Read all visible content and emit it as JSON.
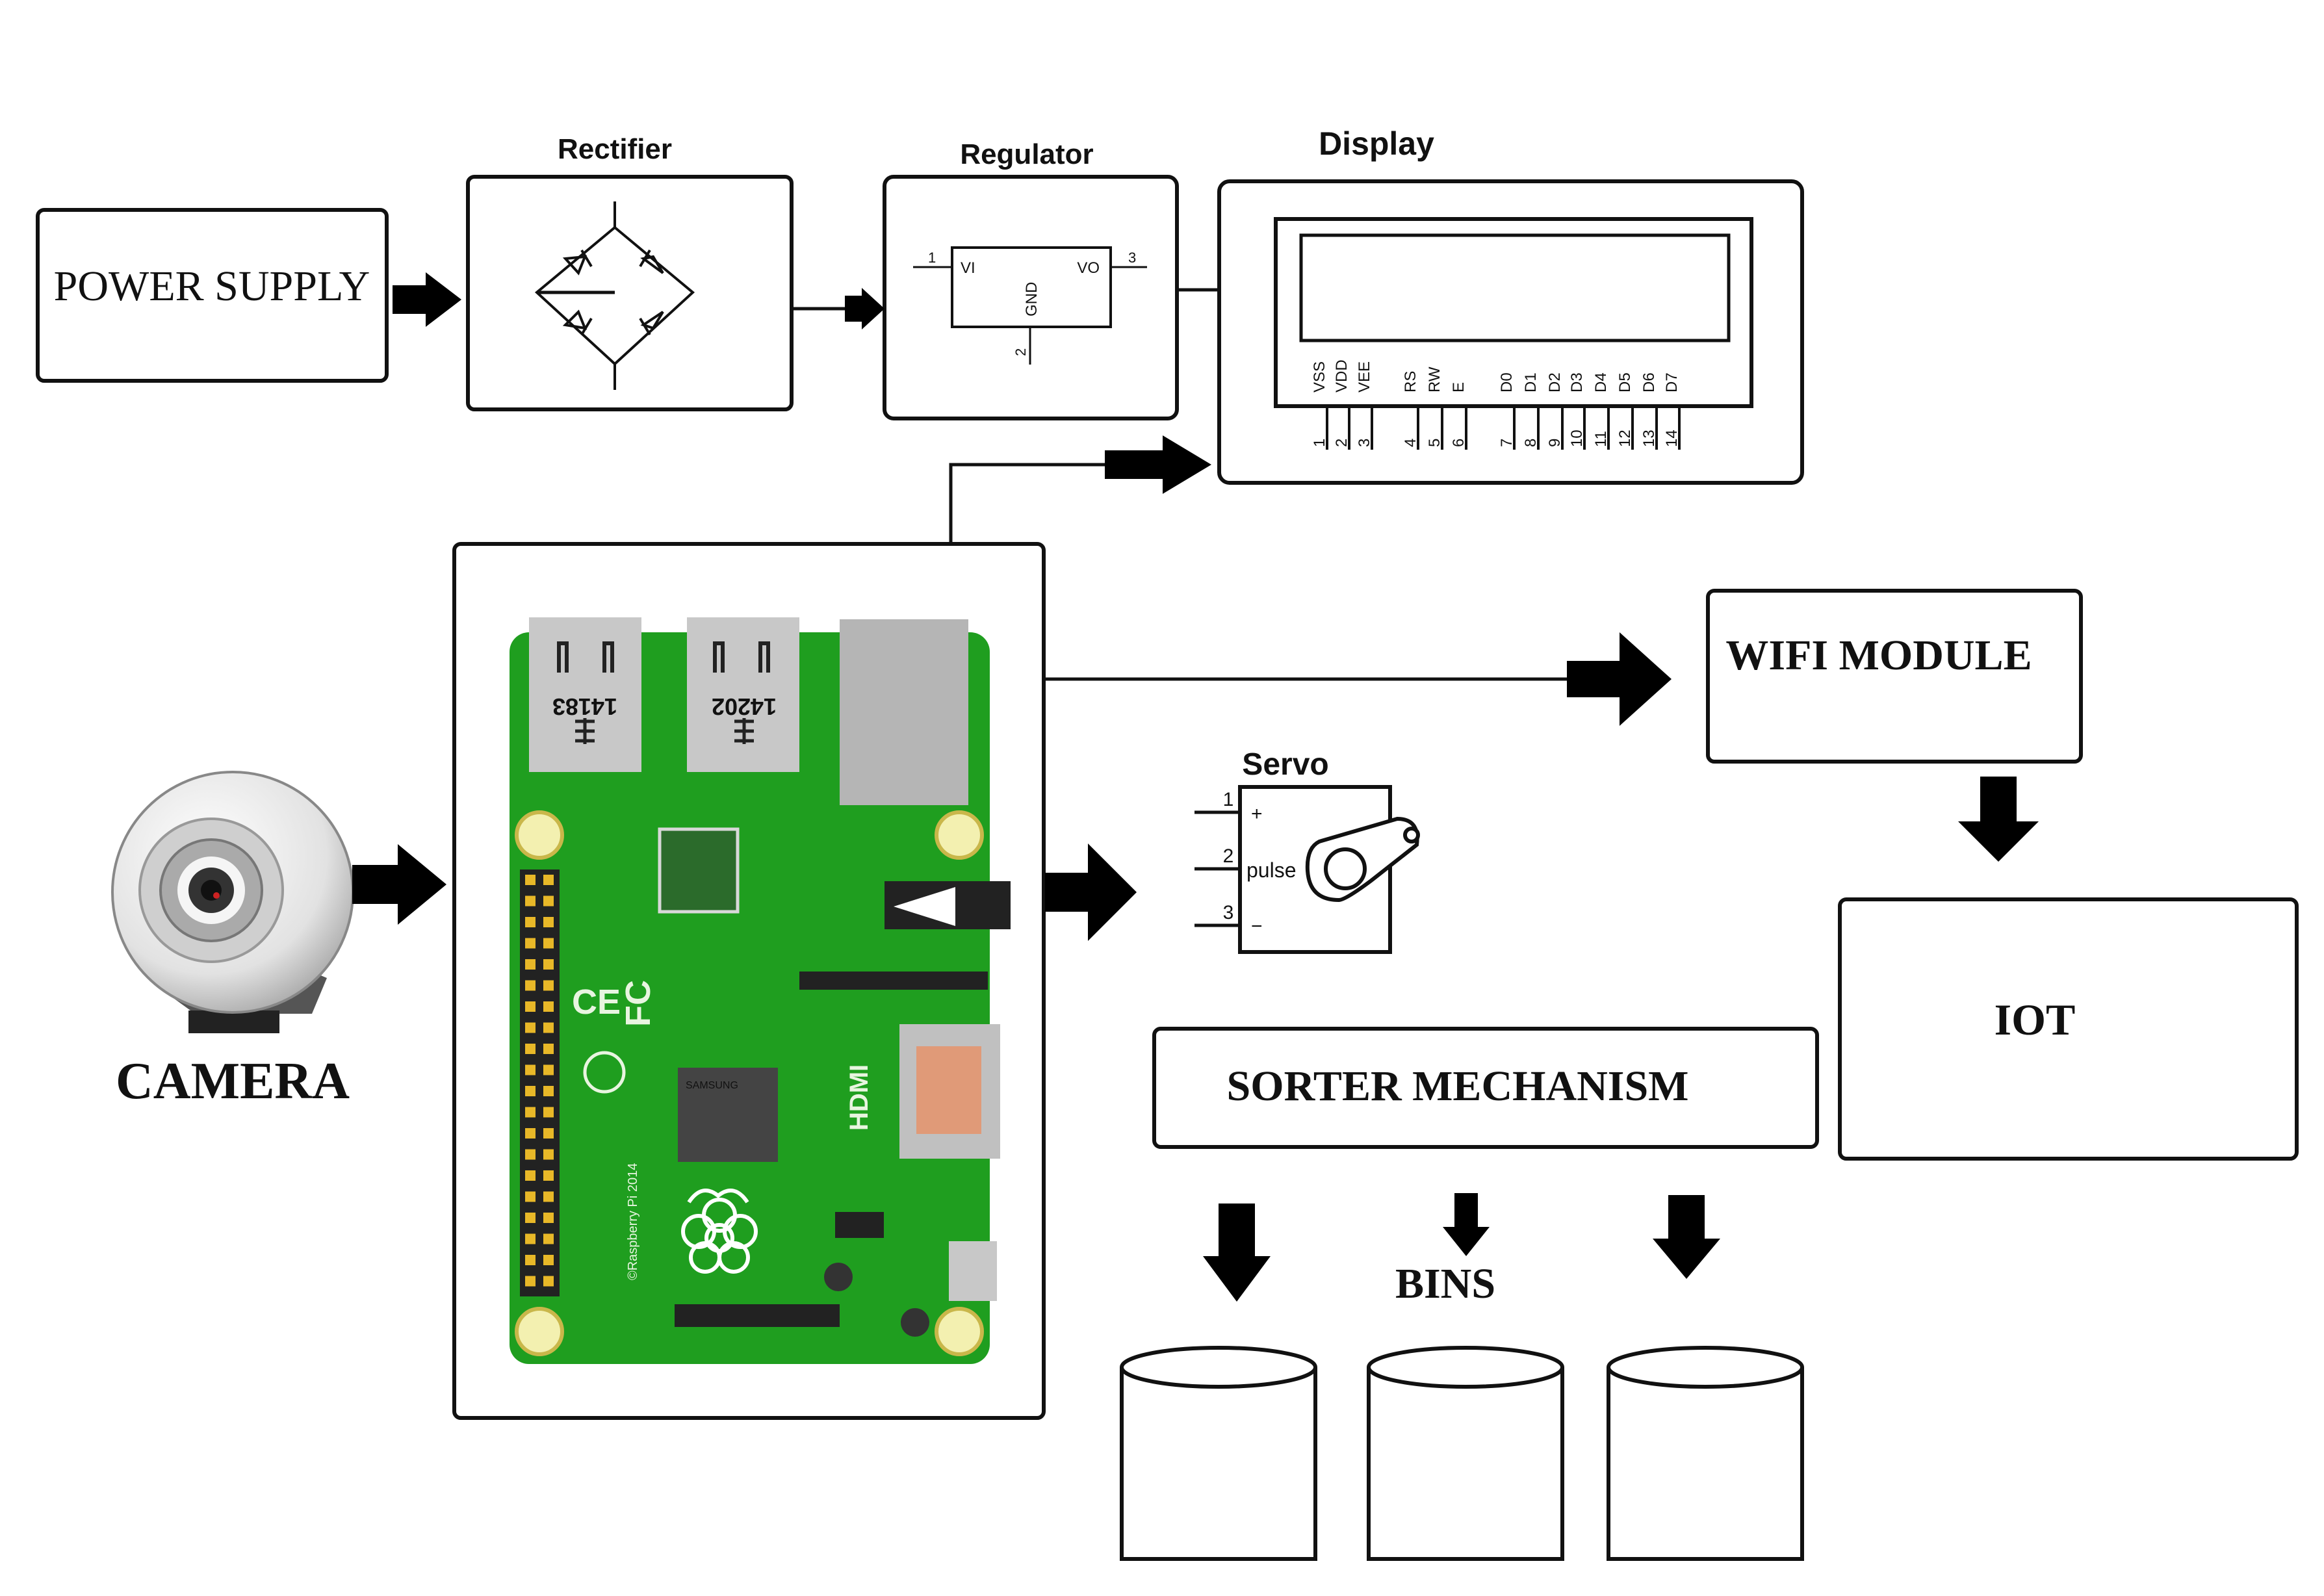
{
  "power_supply": {
    "label": "POWER SUPPLY"
  },
  "rectifier": {
    "title": "Rectifier"
  },
  "regulator": {
    "title": "Regulator",
    "vi": "VI",
    "vo": "VO",
    "gnd": "GND",
    "pin1": "1",
    "pin2": "2",
    "pin3": "3"
  },
  "display": {
    "title": "Display",
    "pins": [
      {
        "name": "VSS",
        "num": "1"
      },
      {
        "name": "VDD",
        "num": "2"
      },
      {
        "name": "VEE",
        "num": "3"
      },
      {
        "name": "RS",
        "num": "4"
      },
      {
        "name": "RW",
        "num": "5"
      },
      {
        "name": "E",
        "num": "6"
      },
      {
        "name": "D0",
        "num": "7"
      },
      {
        "name": "D1",
        "num": "8"
      },
      {
        "name": "D2",
        "num": "9"
      },
      {
        "name": "D3",
        "num": "10"
      },
      {
        "name": "D4",
        "num": "11"
      },
      {
        "name": "D5",
        "num": "12"
      },
      {
        "name": "D6",
        "num": "13"
      },
      {
        "name": "D7",
        "num": "14"
      }
    ]
  },
  "camera": {
    "label": "CAMERA"
  },
  "raspberry_pi": {
    "usb1": "14183",
    "usb2": "14202",
    "hdmi": "HDMI",
    "chip": "SAMSUNG",
    "copyright": "©Raspberry Pi 2014",
    "ce": "CE",
    "fc": "FC",
    "board_color": "#1f9e1f"
  },
  "wifi": {
    "label": "WIFI MODULE"
  },
  "iot": {
    "label": "IOT"
  },
  "servo": {
    "title": "Servo",
    "plus": "+",
    "pulse": "pulse",
    "minus": "−",
    "pin1": "1",
    "pin2": "2",
    "pin3": "3"
  },
  "sorter": {
    "label": "SORTER MECHANISM"
  },
  "bins": {
    "label": "BINS",
    "count": 3
  }
}
